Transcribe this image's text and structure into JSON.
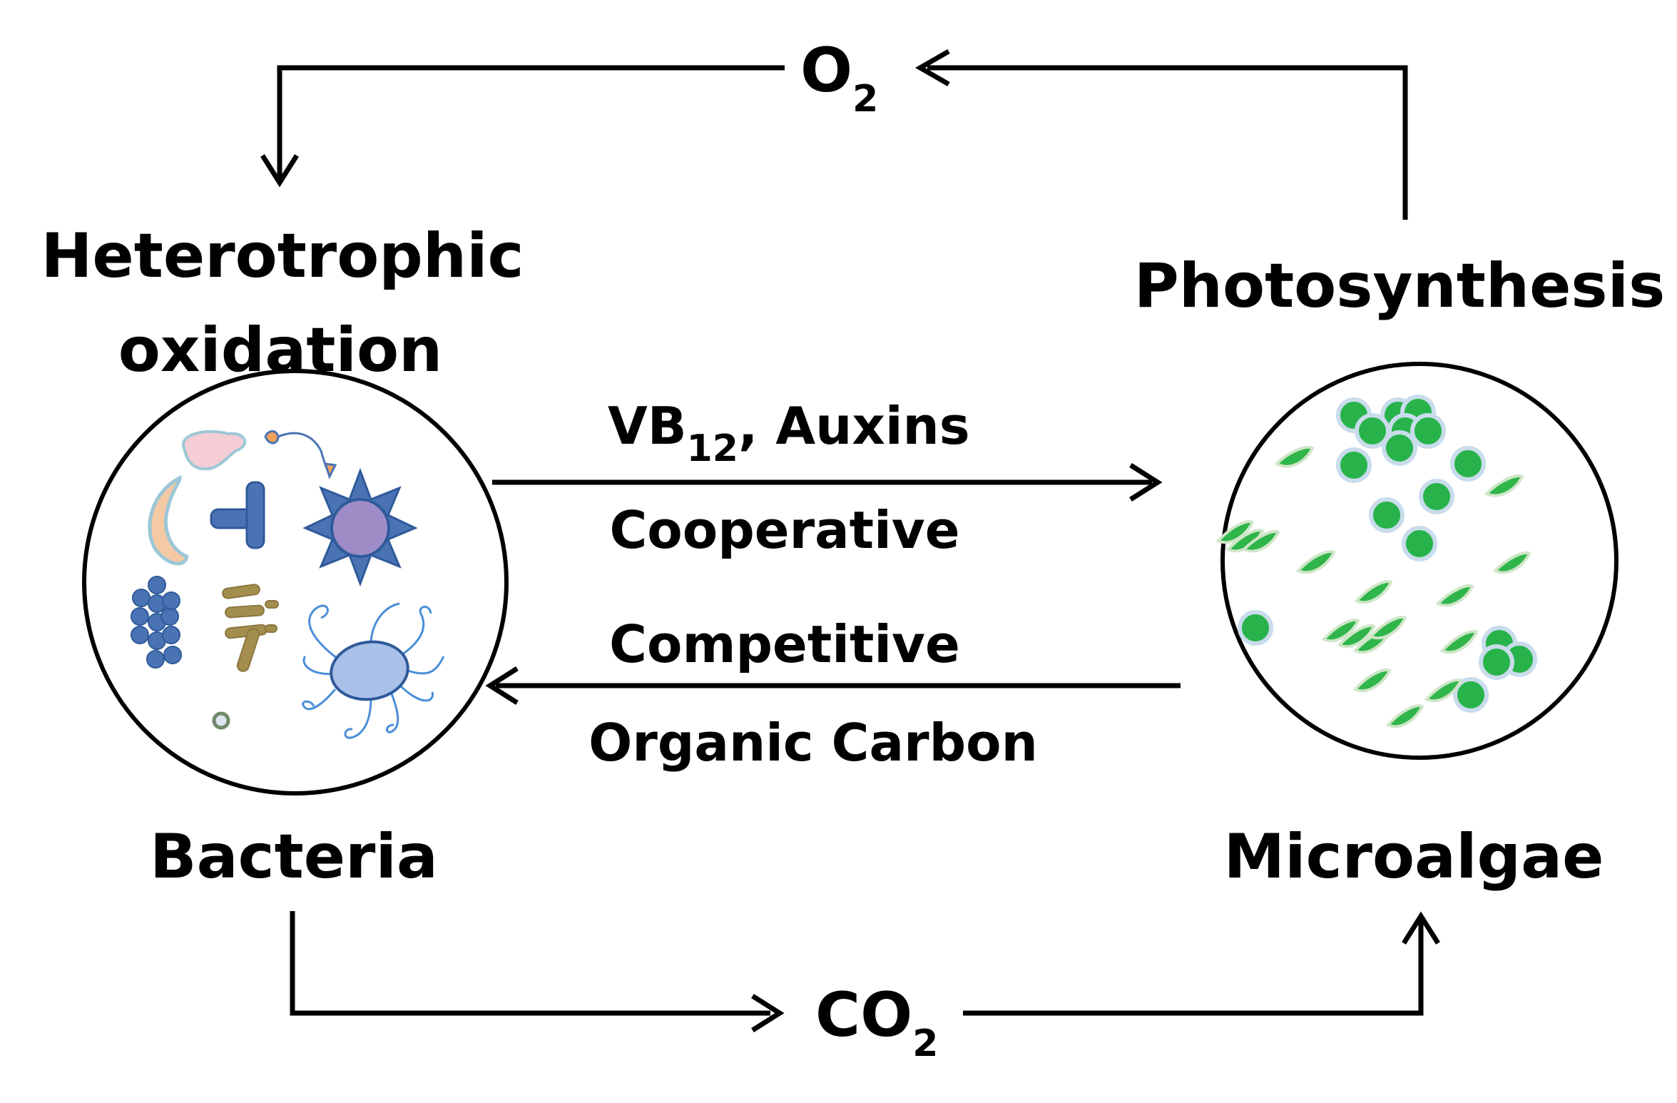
{
  "labels": {
    "heterotrophic_line1": "Heterotrophic",
    "heterotrophic_line2": "oxidation",
    "photosynthesis": "Photosynthesis",
    "bacteria": "Bacteria",
    "microalgae": "Microalgae",
    "o2_main": "O",
    "o2_sub": "2",
    "co2_main": "CO",
    "co2_sub": "2",
    "vb_main": "VB",
    "vb_sub": "12",
    "vb_rest": ", Auxins",
    "cooperative": "Cooperative",
    "competitive": "Competitive",
    "organic_carbon": "Organic Carbon"
  },
  "colors": {
    "line": "#000000",
    "algae_green": "#27b34a",
    "algae_leaf": "#2fb54a",
    "bacteria_blue": "#4a73b4",
    "bacteria_purple": "#9d8cc6",
    "bacteria_olive": "#a38e4e",
    "bacteria_light_blue": "#a9c1e8",
    "bacteria_pink": "#f5cdd5",
    "bacteria_orange": "#f5c9a4"
  },
  "icons": {
    "left_circle": "bacteria-culture-icon",
    "right_circle": "microalgae-culture-icon"
  }
}
